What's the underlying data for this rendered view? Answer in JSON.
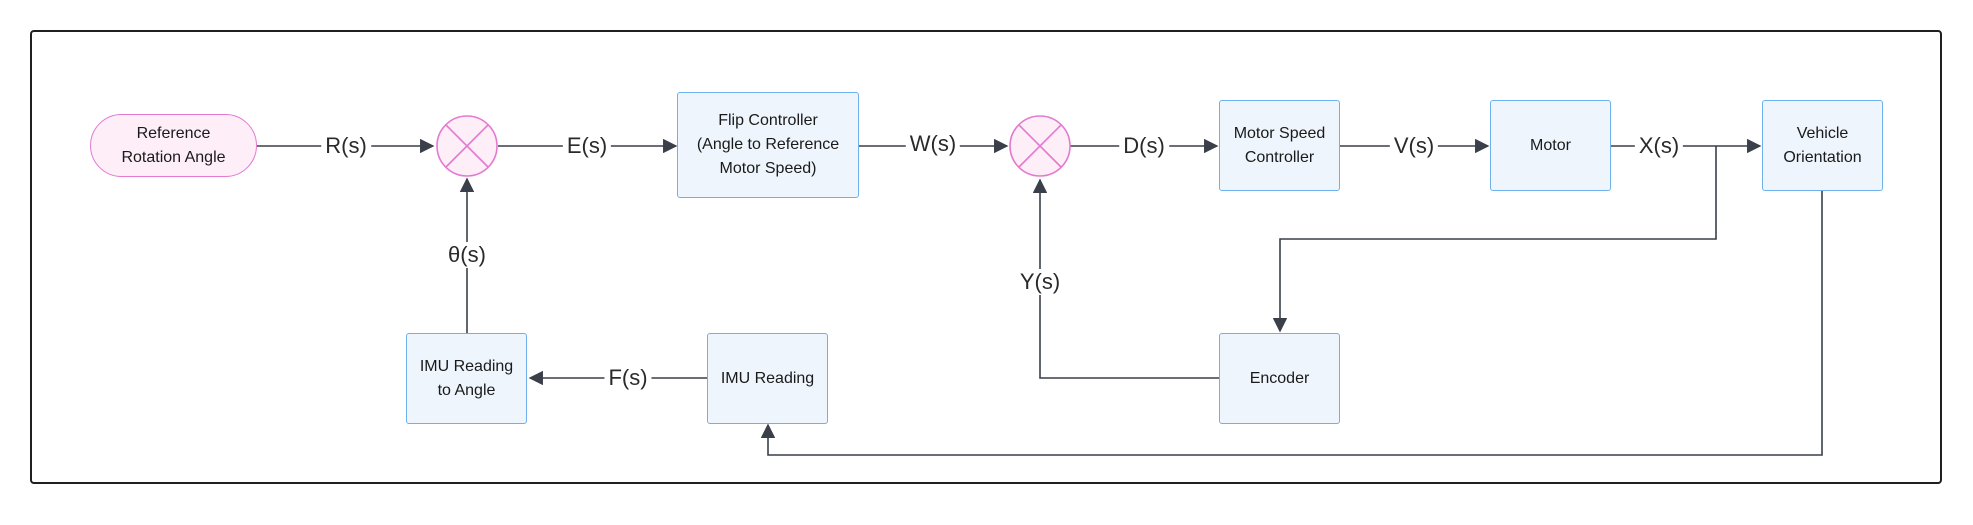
{
  "nodes": {
    "reference": "Reference\nRotation Angle",
    "flip_controller": "Flip Controller\n(Angle to Reference\nMotor Speed)",
    "motor_speed_controller": "Motor Speed\nController",
    "motor": "Motor",
    "vehicle_orientation": "Vehicle\nOrientation",
    "encoder": "Encoder",
    "imu_reading": "IMU Reading",
    "imu_to_angle": "IMU Reading\nto Angle"
  },
  "signals": {
    "r": "R(s)",
    "e": "E(s)",
    "w": "W(s)",
    "d": "D(s)",
    "v": "V(s)",
    "x": "X(s)",
    "y": "Y(s)",
    "f": "F(s)",
    "theta": "θ(s)"
  },
  "colors": {
    "block_fill": "#eef5fc",
    "block_border": "#6fb1ec",
    "ref_fill": "#fdeef8",
    "ref_border": "#e37ad0",
    "line": "#3a3f4a"
  }
}
